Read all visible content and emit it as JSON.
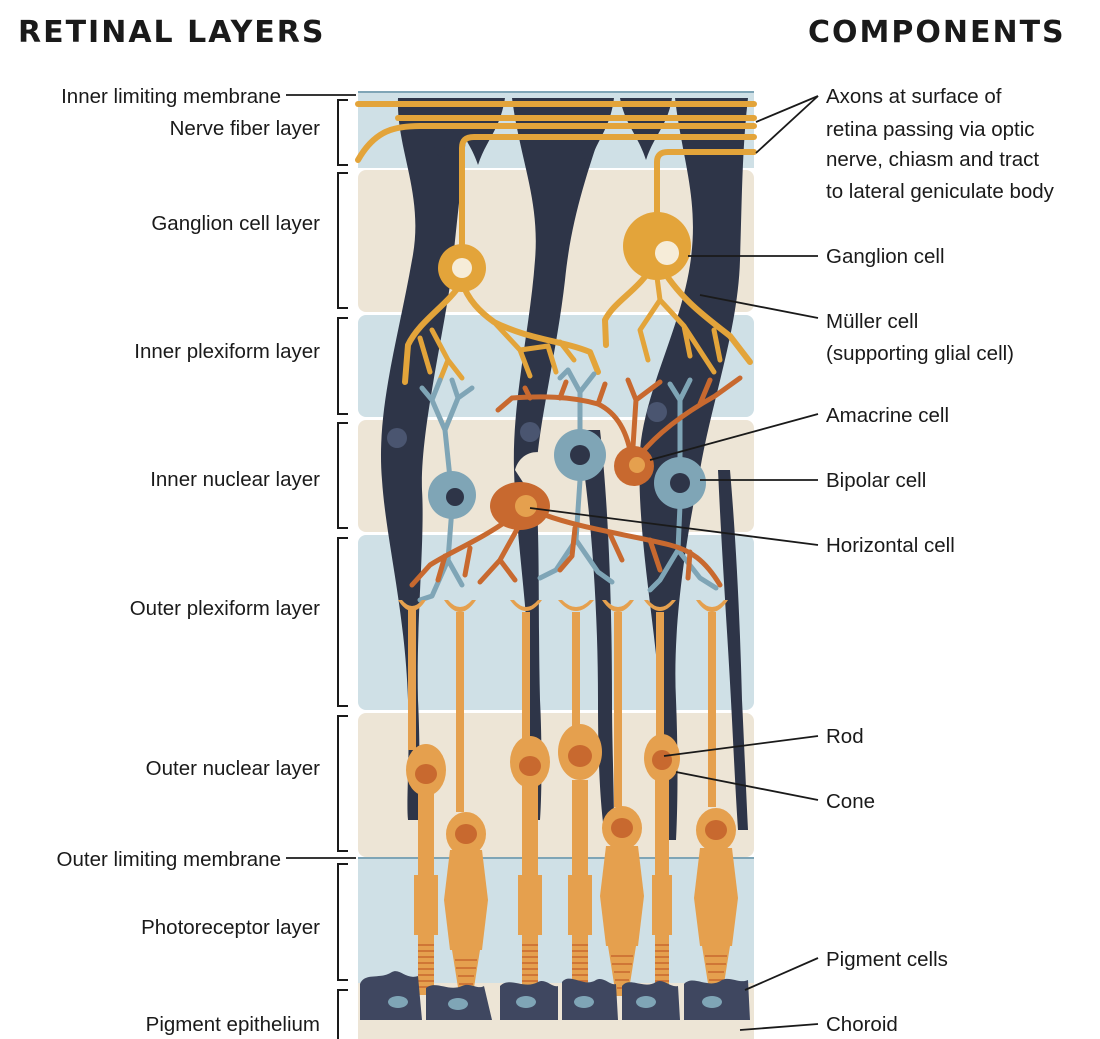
{
  "headings": {
    "left": "RETINAL LAYERS",
    "right": "COMPONENTS"
  },
  "layers": [
    "Inner limiting membrane",
    "Nerve fiber layer",
    "Ganglion cell layer",
    "Inner plexiform layer",
    "Inner nuclear layer",
    "Outer plexiform layer",
    "Outer nuclear layer",
    "Outer limiting membrane",
    "Photoreceptor layer",
    "Pigment epithelium"
  ],
  "components": {
    "axons": [
      "Axons at surface of",
      "retina passing via optic",
      "nerve, chiasm and tract",
      "to lateral geniculate body"
    ],
    "ganglion": "Ganglion cell",
    "muller": [
      "Müller cell",
      "(supporting glial cell)"
    ],
    "amacrine": "Amacrine cell",
    "bipolar": "Bipolar cell",
    "horizontal": "Horizontal cell",
    "rod": "Rod",
    "cone": "Cone",
    "pigment": "Pigment cells",
    "choroid": "Choroid"
  },
  "colors": {
    "blue_band": "#cfe0e6",
    "beige_band": "#ede5d6",
    "muller_cell": "#2e3548",
    "ganglion_cell": "#e3a43a",
    "bipolar_cell": "#7fa5b6",
    "amacrine_horizontal_cell": "#c8692f",
    "photoreceptor": "#e5a04e",
    "pigment_cell": "#3f4760"
  }
}
